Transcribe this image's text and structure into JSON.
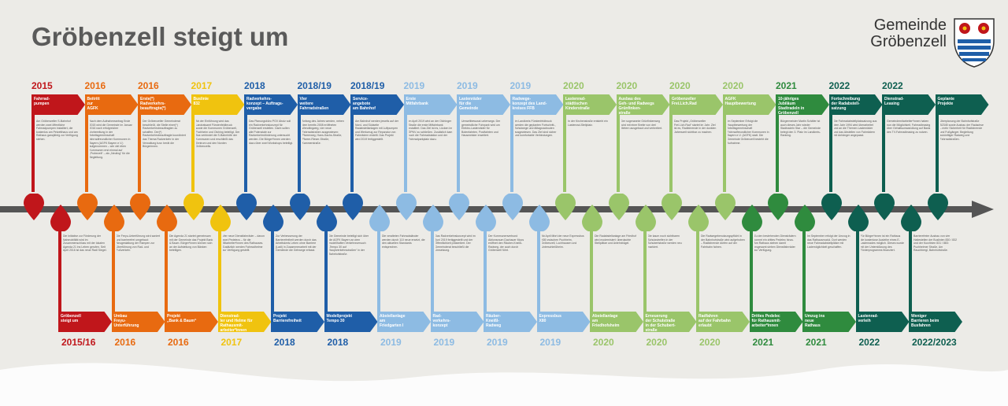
{
  "header": {
    "title": "Gröbenzell steigt um"
  },
  "logo": {
    "line1": "Gemeinde",
    "line2": "Gröbenzell"
  },
  "colors": {
    "2015": "#c0161b",
    "2016": "#e86a10",
    "2017": "#f0c30f",
    "2018": "#1f5ea8",
    "2019": "#8dbbe3",
    "2020": "#9ac56a",
    "2021": "#2f8b3e",
    "2022": "#0e5f50",
    "axis": "#555555"
  },
  "upper": [
    {
      "year": "2015",
      "label": "Fahrrad-\npumpen",
      "text": "Am Gröbenzeller S-Bahnhof werden zwei öffentliche Fahrradpumpen installiert, die kostenlos am Petzetthaus und am Rathaus ganzjährig zur Verfügung stehen."
    },
    {
      "year": "2016",
      "label": "Beitritt\nzur\nAGFK",
      "text": "Nach dem Aufnahmeantrag Ende 2015 wird die Gemeinde im Januar 2016 nach erfolgreicher Vorbereitung in der Arbeitsgemeinschaft fahrradfreundlicher Kommunen in Bayern (AGFK Bayern e.V.) aufgenommen – wie viel eben Kommunen erst einmal auf „Probezeit“ – als „Neuling“ für die Begleitung."
    },
    {
      "year": "2016",
      "label": "Erste(*)\nRadverkehrs-\nbeauftragte(*)",
      "text": "Der Gröbenzeller Gemeinderat beschließt, die Stelle einer(*) Radverkehrsbeauftragten zu schaffen. Der(*) Radverkehrsbeauftragte koordiniert das Thema Radverkehr in der Verwaltung bzw. berät die Bürgerinnen."
    },
    {
      "year": "2017",
      "label": "Buslinie\n832",
      "text": "Ab der Einführung wird das Landratsamt Fürstenfeldbruck sowie die Kommunen Gröbenzell, Puchheim und Olching beteiligt. Der Bus verbindet die S-Bahnhöfe der Kommunen und erschließt das Zentrum und den Norden Gröbenzells."
    },
    {
      "year": "2018",
      "label": "Radverkehrs-\nkonzept – Auftrags-\nvergabe",
      "text": "Das Planungsbüro PGV Alrutz soll ein Radverkehrskonzept für Gröbenzell erstellen. Darin sollen alle Potenziale zur Radverkehrsförderung untersucht werden. Die Bürger*innen werden dazu über zwei Workshops beteiligt."
    },
    {
      "year": "2018/19",
      "label": "Vier\nweitere\nFahrradstraßen",
      "text": "Anfang des Jahres werden, neben dem bereits 2008 eröffneten Wendlingweg, vier neue Fahrradstraßen ausgewiesen: Pfarrerweg, Hans-Sachs-Straße, Pfarrer-Rieser-Straße, Kammerstraße."
    },
    {
      "year": "2018/19",
      "label": "Service-\nangebote\nam Bahnhof",
      "text": "Am Bahnhof werden jeweils auf der Nord- und Südseite Radabstellanlagen mit Luftpumpen und Werkzeug zur Reparatur von Fahrrädern erstellt. Das Projekt wird 2019 fertiggestellt."
    },
    {
      "year": "2019",
      "label": "Erste\nMitfahrbank",
      "text": "Im April 2019 wird an der Olchinger Straße die erste Mitfahrbank installiert. Das Ziel ist es, Lücken im ÖPNV zu schließen. Zusätzlich kam noch die Fahrradstation und der Fahrradparkplatz dazu."
    },
    {
      "year": "2019",
      "label": "Lastenräder\nfür die\nGemeinde",
      "text": "Umweltbewusst unterwegs: Der gemeindliche Fuhrpark wird um Elektro-Lastenräder für Botenfahrten, Postfahrten und Hausmeister erweitert."
    },
    {
      "year": "2019",
      "label": "Radwege-\nkonzept des Land-\nkreises FFB",
      "text": "Im Landkreis Fürstenfeldbruck werden die geplanten Fortschritt-, Schulwege und Alltagsradrouten ausgewiesen. Das Ziel sind sicher und komfortable Verbindungen."
    },
    {
      "year": "2020",
      "label": "Lastenrad-\nstädtischen\nKinderstraße",
      "text": "In der Kirchenstraße entsteht ein Lastenrad-Stellplatz."
    },
    {
      "year": "2020",
      "label": "Ausbau des\nGeh- und Radwegs\nGrünfinken-\nstraße",
      "text": "Der sogenannte Grünfinkenweg wird mit einer Breite von drei Metern ausgebaut und verbreitert."
    },
    {
      "year": "2020",
      "label": "Gröbenzeller\nFrei.Lich.Rad",
      "text": "Das Projekt „Gröbenzeller Frei.Lich.Rad“ startet im Jahr. Ziel ist es, Radfahrende in der dunklen Jahreszeit sichtbar zu machen."
    },
    {
      "year": "2020",
      "label": "AGFK\nHauptbewertung",
      "text": "Im September Erfolgt die Hauptbewertung der Arbeitsgemeinschaft Fahrradfreundlicher Kommunen in Bayern e.V. (AGFK) statt. Die Gemeinde Gröbenzell besteht die Aufnahme."
    },
    {
      "year": "2021",
      "label": "10-jähriges\nJubiläum\nStadtradeln in\nGröbenzell",
      "text": "Bürgermeister Martin Schäfer ist auch dieses Jahr wieder Stadtradeln Star – die Gemeinde belegt den 3. Platz im Landkreis-Ranking."
    },
    {
      "year": "2022",
      "label": "Fortschreibung\nder Radabstell-\nsatzung",
      "text": "Die Fahrradabstellplatzsatzung aus dem Jahr 1994 wird überarbeitet und an die Themen Lastenräder und das Abstellen von Fahrrädern mit Anhänger angepasst."
    },
    {
      "year": "2022",
      "label": "Dienstrad-\nLeasing",
      "text": "Gemeindemitarbeiter*innen haben nun die Möglichkeit, Fahrradleasing über Gehaltsumwandlung auf Basis des TV-Fahrradleasing zu nutzen."
    },
    {
      "year": "",
      "label": "Geplante\nProjekte",
      "text": "Überplanung der Bahnhofstraße B2345 sowie Ausbau der Radachse – mehr Sicherheit für Radfahrende und Fußgänger. Begleitung zukünftiger Radweg und Fahrradstraßen."
    }
  ],
  "lower": [
    {
      "year": "2015/16",
      "label": "Gröbenzell\nsteigt um",
      "text": "Die Initiative zur Förderung der Nahmobilität wird im Zusammenschluss mit der lokalen Agenda 21 ins Leben gerufen. Seit April 2016 ist das neue Radl Siegel."
    },
    {
      "year": "2016",
      "label": "Umbau\nFreyu-\nUnterführung",
      "text": "Die Freyu-Unterführung wird saniert und barrierefrei umgebaut: Neugestaltung der Rampen zur Überführung von Rad- und Fußverkehr."
    },
    {
      "year": "2016",
      "label": "Projekt\n„Bank & Baum“",
      "text": "Die Agenda 21 startet gemeinsam mit der Gemeinde das Projekt Bank & Baum. Bürger*innen können sich an der Aufstellung von Bänken beteiligen."
    },
    {
      "year": "2017",
      "label": "Dienstrad-\nler und Helme für\nRathausmit-\narbeiter*innen",
      "text": "Vier neue Dienstfahrräder – davon zwei Pedelecs – für die Mitarbeiter*innen des Rathauses. Zusätzlich werden Fahrradhelme zur Verfügung gestellt."
    },
    {
      "year": "2018",
      "label": "Projekt\nBarrierefreiheit",
      "text": "Zur Verbesserung der Barrierefreiheit werden durch das Arbeitskreis Leben ohne Barriere (Ladi) in Zusammenarbeit mit der Gemeinde die Gehwege erfasst."
    },
    {
      "year": "2018",
      "label": "Modellprojekt\nTempo 30",
      "text": "Die Gemeinde beteiligt sich über die AGFK Bayern an dem modellhaften Verkehrsversuch „Tempo 30 auf Hauptverkehrsstraßen“ in der Bahnhofstraße."
    },
    {
      "year": "2019",
      "label": "Abstellanlage\nam\nFriedgarten I",
      "text": "Die veralteten Fahrradständer werden durch 110 neue ersetzt, die den aktuellen Standards entsprechen."
    },
    {
      "year": "2019",
      "label": "Rad-\nverkehrs-\nkonzept",
      "text": "Das Radverkehrskonzept wird im Juni 2019 fertiggestellt und der Öffentlichkeit präsentiert. Der Gemeinderat beschließt die Umsetzung."
    },
    {
      "year": "2019",
      "label": "Räuber-\nKneißl-\nRadweg",
      "text": "Der Kommunenverbund Aktionsraum Dachauer Moos eröffnet den Räuber-Kneißl-Radweg, der auch durch Gröbenzell führt."
    },
    {
      "year": "2019",
      "label": "Expressbus\nX80",
      "text": "Ab April fährt der neue Expressbus X80 zwischen Puchheim, Gröbenzell, Lochhausen und Unterschleißheim."
    },
    {
      "year": "2020",
      "label": "Abstellanlage\nam\nFriedhofsheim",
      "text": "Die Radabstellanlage am Friedhof wird modernisiert: überdachte Stellplätze und Anlehnbügel."
    },
    {
      "year": "2020",
      "label": "Erneuerung\nder Schulstraße\nin der Schubert-\nstraße",
      "text": "Die kaum noch sichtbaren Schutzstreifen in der Schubertstraße werden neu markiert."
    },
    {
      "year": "2020",
      "label": "Radfahren\nauf der Fahrbahn\nerlaubt",
      "text": "Die Radwegebenutzungspflicht in der Bahnhofstraße wird aufgehoben – Radfahrende dürfen auf der Fahrbahn fahren."
    },
    {
      "year": "2021",
      "label": "Drittes Pedelec\nfür Rathausmit-\narbeiter*innen",
      "text": "Zu den bestehenden Diensträdern kommt ein drittes Pedelec hinzu. Am Rathaus stehen damit insgesamt sieben Dienstfahrräder zur Verfügung."
    },
    {
      "year": "2021",
      "label": "Umzug ins\nneue\nRathaus",
      "text": "Im September erfolgt der Umzug in das Rathausmodul. Dort werden neue Fahrradabstellplätze mit Lademöglichkeit geschaffen."
    },
    {
      "year": "2022",
      "label": "Lastenrad-\nverleih",
      "text": "Für Bürger*innen ist ein Rathaus die kostenlose Ausleihe eines E-Lastenrades möglich. Dieses wurde mit der Unterstützung des Förderprogramms finanziert."
    },
    {
      "year": "2022/2023",
      "label": "Weniger\nBarrieren beim\nBusfahren",
      "text": "Barrierefreier Ausbau von vier Haltestellen der Buslinien 830 / 832 und der Kurzlinien 831 / 883: Puchheimer Straße, Am Rauchbergl, Bahnhofstraße."
    }
  ]
}
